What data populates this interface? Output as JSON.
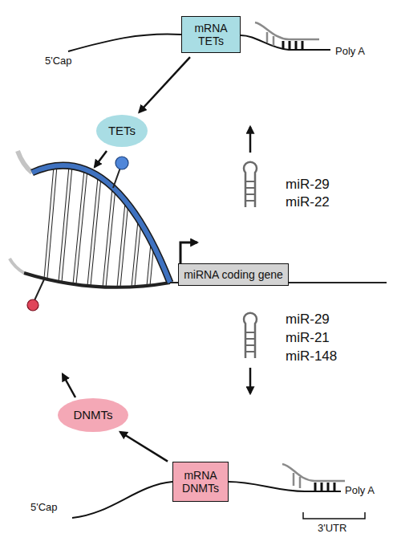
{
  "diagram": {
    "nodes": [
      {
        "text": [
          "mRNA TETs"
        ]
      },
      {
        "text": [
          "TETs"
        ]
      },
      {
        "text": [
          "miRNA coding gene"
        ]
      },
      {
        "text": [
          "DNMTs"
        ]
      },
      {
        "text": [
          "mRNA DNMTs"
        ]
      }
    ],
    "edges": [
      {
        "from": 0,
        "to": 1,
        "arrow": "to"
      },
      {
        "from": 4,
        "to": 3,
        "arrow": "to"
      }
    ],
    "labels": [
      "5'Cap",
      "Poly A",
      "miR-29",
      "miR-22",
      "miR-29",
      "miR-21",
      "miR-148",
      "5'Cap",
      "Poly A",
      "3'UTR"
    ]
  }
}
